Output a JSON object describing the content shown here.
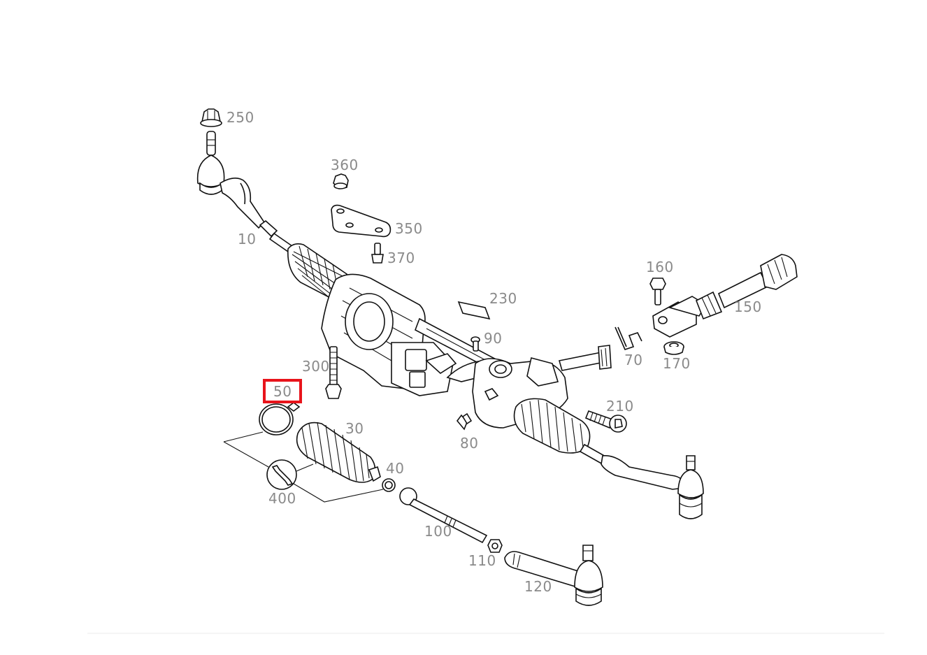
{
  "diagram": {
    "highlight_color": "#e8141b",
    "selected_part": "50",
    "parts": [
      {
        "id": "250",
        "label": "250"
      },
      {
        "id": "360",
        "label": "360"
      },
      {
        "id": "350",
        "label": "350"
      },
      {
        "id": "10",
        "label": "10"
      },
      {
        "id": "370",
        "label": "370"
      },
      {
        "id": "160",
        "label": "160"
      },
      {
        "id": "230",
        "label": "230"
      },
      {
        "id": "150",
        "label": "150"
      },
      {
        "id": "90",
        "label": "90"
      },
      {
        "id": "70",
        "label": "70"
      },
      {
        "id": "170",
        "label": "170"
      },
      {
        "id": "300",
        "label": "300"
      },
      {
        "id": "50",
        "label": "50"
      },
      {
        "id": "30",
        "label": "30"
      },
      {
        "id": "210",
        "label": "210"
      },
      {
        "id": "40",
        "label": "40"
      },
      {
        "id": "80",
        "label": "80"
      },
      {
        "id": "400",
        "label": "400"
      },
      {
        "id": "100",
        "label": "100"
      },
      {
        "id": "110",
        "label": "110"
      },
      {
        "id": "120",
        "label": "120"
      }
    ]
  }
}
